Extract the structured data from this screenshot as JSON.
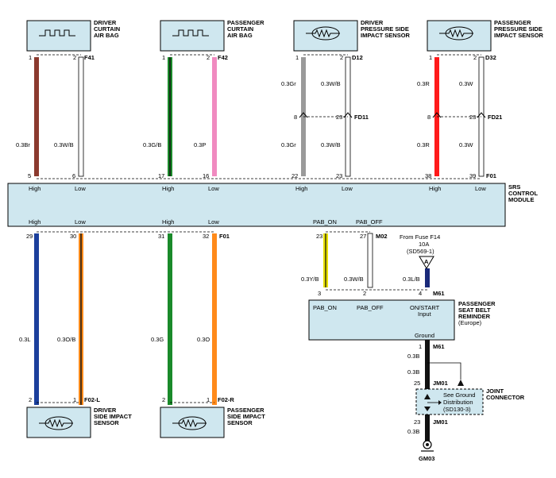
{
  "components": {
    "drv_curtain": {
      "title": [
        "DRIVER",
        "CURTAIN",
        "AIR BAG"
      ],
      "pins": [
        "1",
        "2"
      ],
      "conn": "F41"
    },
    "pass_curtain": {
      "title": [
        "PASSENGER",
        "CURTAIN",
        "AIR BAG"
      ],
      "pins": [
        "1",
        "2"
      ],
      "conn": "F42"
    },
    "drv_pressure": {
      "title": [
        "DRIVER",
        "PRESSURE SIDE",
        "IMPACT SENSOR"
      ],
      "pins": [
        "1",
        "2"
      ],
      "conn": "D12"
    },
    "pass_pressure": {
      "title": [
        "PASSENGER",
        "PRESSURE SIDE",
        "IMPACT SENSOR"
      ],
      "pins": [
        "1",
        "2"
      ],
      "conn": "D32"
    },
    "drv_side_sensor": {
      "title": [
        "DRIVER",
        "SIDE IMPACT",
        "SENSOR"
      ],
      "pins": [
        "2",
        "1"
      ],
      "conn": "F02-L"
    },
    "pass_side_sensor": {
      "title": [
        "PASSENGER",
        "SIDE IMPACT",
        "SENSOR"
      ],
      "pins": [
        "2",
        "1"
      ],
      "conn": "F02-R"
    }
  },
  "srs_module": {
    "title": [
      "SRS",
      "CONTROL",
      "MODULE"
    ],
    "top_pins": [
      "5",
      "6",
      "17",
      "16",
      "22",
      "23",
      "38",
      "39"
    ],
    "top_conn": "F01",
    "top_labels": [
      "High",
      "Low",
      "High",
      "Low",
      "High",
      "Low",
      "High",
      "Low"
    ],
    "bottom_labels": [
      "High",
      "Low",
      "High",
      "Low",
      "PAB_ON",
      "PAB_OFF"
    ],
    "bottom_pins": [
      "29",
      "30",
      "31",
      "32",
      "23",
      "27"
    ],
    "bottom_conn1": "F01",
    "bottom_conn2": "M02"
  },
  "inline": {
    "fd11_pins": [
      "8",
      "23"
    ],
    "fd11_conn": "FD11",
    "fd21_pins": [
      "8",
      "23"
    ],
    "fd21_conn": "FD21"
  },
  "wires": {
    "w1": "0.3Br",
    "w2": "0.3W/B",
    "w3": "0.3G/B",
    "w4": "0.3P",
    "w5": "0.3Gr",
    "w6": "0.3W/B",
    "w7": "0.3R",
    "w8": "0.3W",
    "b1": "0.3L",
    "b2": "0.3O/B",
    "b3": "0.3G",
    "b4": "0.3O",
    "r1": "0.3Y/B",
    "r2": "0.3W/B",
    "r3": "0.3L/B",
    "g1": "0.3B",
    "g2": "0.3B",
    "g3": "0.3B"
  },
  "reminder": {
    "title": [
      "PASSENGER",
      "SEAT BELT",
      "REMINDER"
    ],
    "subtitle": "(Europe)",
    "pins": [
      "3",
      "2",
      "4"
    ],
    "conn": "M61",
    "labels": [
      "PAB_ON",
      "PAB_OFF",
      "ON/START",
      "Input"
    ],
    "ground": "Ground",
    "fuse": [
      "From Fuse F14",
      "10A",
      "(SD569-1)"
    ],
    "fuse_letter": "A"
  },
  "ground_path": {
    "pins": [
      "1",
      "25",
      "23"
    ],
    "conns": [
      "M61",
      "JM01",
      "JM01"
    ],
    "joint_note": [
      "See Ground",
      "Distribution",
      "(SD130-3)"
    ],
    "joint_title": [
      "JOINT",
      "CONNECTOR"
    ],
    "ground_name": "GM03"
  },
  "colors": {
    "box_fill": "#cfe7ef",
    "brown": "#8b3a2e",
    "green": "#1a8a2a",
    "pink": "#f08ac0",
    "gray": "#9a9a9a",
    "red": "#ff1a1a",
    "blue": "#1b3f9c",
    "orange": "#ff8a1a",
    "yellow": "#e8e000",
    "darkblue": "#1a2a7a",
    "black": "#111111",
    "white": "#ffffff"
  }
}
